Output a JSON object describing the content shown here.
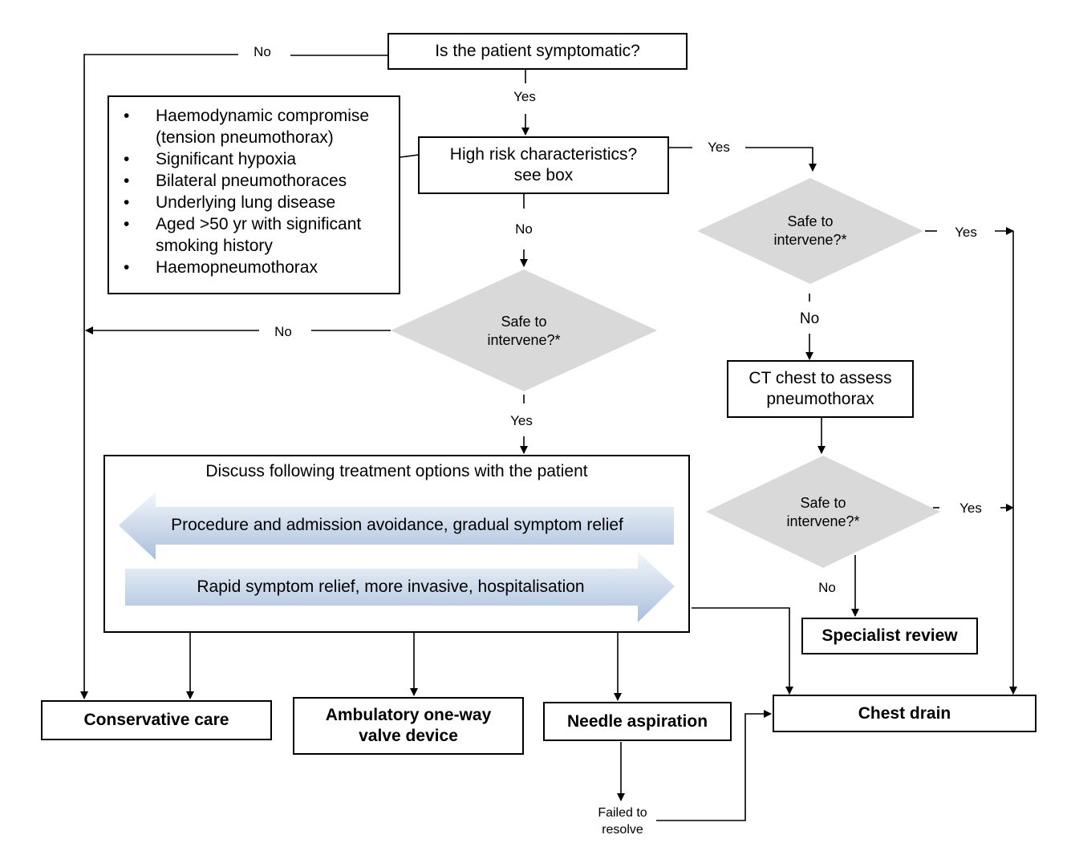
{
  "nodes": {
    "symptomatic": "Is the patient symptomatic?",
    "high_risk_line1": "High risk characteristics?",
    "high_risk_line2": "see box",
    "safe_left_line1": "Safe to",
    "safe_left_line2": "intervene?*",
    "safe_right_top_line1": "Safe to",
    "safe_right_top_line2": "intervene?*",
    "ct_line1": "CT chest to assess",
    "ct_line2": "pneumothorax",
    "safe_right_bottom_line1": "Safe to",
    "safe_right_bottom_line2": "intervene?*",
    "discuss_title": "Discuss following treatment options with the patient",
    "arrow_left_text": "Procedure and admission avoidance, gradual symptom relief",
    "arrow_right_text": "Rapid symptom relief, more invasive, hospitalisation",
    "specialist_review": "Specialist review",
    "conservative_care": "Conservative care",
    "ambulatory_line1": "Ambulatory one-way",
    "ambulatory_line2": "valve device",
    "needle_aspiration": "Needle aspiration",
    "chest_drain": "Chest drain",
    "failed_line1": "Failed to",
    "failed_line2": "resolve"
  },
  "risk_box": {
    "items": [
      "Haemodynamic compromise (tension pneumothorax)",
      "Significant hypoxia",
      "Bilateral pneumothoraces",
      "Underlying lung disease",
      "Aged >50 yr with significant smoking history",
      "Haemopneumothorax"
    ],
    "bullet": "•"
  },
  "edge_labels": {
    "no_top": "No",
    "yes_symptomatic": "Yes",
    "yes_high_risk": "Yes",
    "no_high_risk": "No",
    "no_safe_left": "No",
    "yes_safe_left": "Yes",
    "yes_safe_right_top": "Yes",
    "no_safe_right_top": "No",
    "yes_safe_right_bottom": "Yes",
    "no_safe_right_bottom": "No"
  },
  "colors": {
    "diamond_fill": "#d9d9d9",
    "arrow_gradient_light": "#f4f7fb",
    "arrow_gradient_dark": "#a9bfdd",
    "line": "#000000"
  }
}
